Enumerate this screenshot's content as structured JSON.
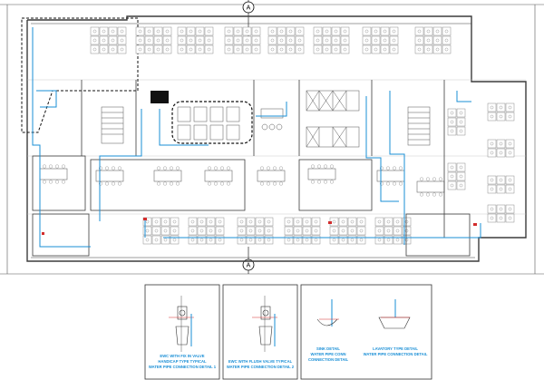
{
  "drawing": {
    "marker_top": "A",
    "marker_bottom": "A",
    "colors": {
      "pipe": "#1a8fd6",
      "wall": "#3c3c3c",
      "furniture": "#8a8a8a",
      "fixture_red": "#d22d2d"
    }
  },
  "details": [
    {
      "line1": "EWC WITH FIX IN VALVE",
      "line2": "HANDICAP TYPE TYPICAL",
      "line3": "WATER PIPE CONNECTION DETAIL 1"
    },
    {
      "line1": "EWC WITH FLUSH VALVE TYPICAL",
      "line2": "WATER PIPE CONNECTION DETAIL 2",
      "line3": ""
    },
    {
      "line1": "SINK DETAIL",
      "line2": "WATER PIPE CONN",
      "line3": "CONNECTION DETAIL"
    },
    {
      "line1": "LAVATORY TYPE DETAIL",
      "line2": "WATER PIPE CONNECTION DETAIL",
      "line3": ""
    }
  ]
}
